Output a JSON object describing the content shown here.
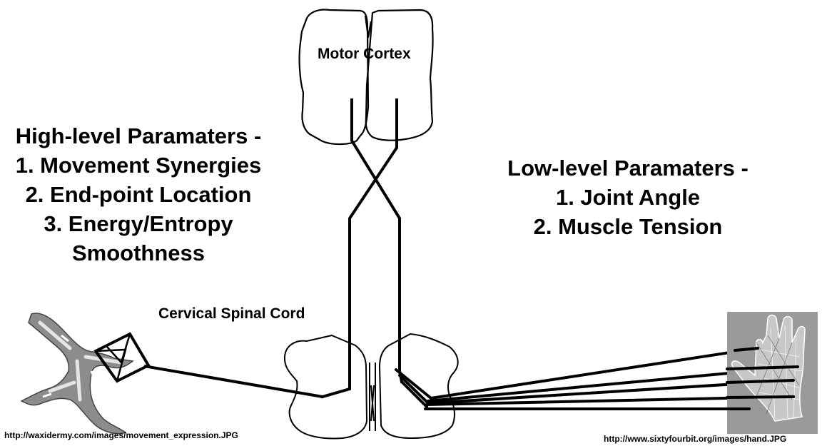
{
  "labels": {
    "motor_cortex": "Motor Cortex",
    "spinal_cord": "Cervical Spinal Cord",
    "high_level": [
      "High-level Paramaters -",
      "1. Movement Synergies",
      "2. End-point Location",
      "3. Energy/Entropy",
      "Smoothness"
    ],
    "low_level": [
      "Low-level Paramaters -",
      "1. Joint Angle",
      "2. Muscle Tension"
    ],
    "left_image_url": "http://waxidermy.com/images/movement_expression.JPG",
    "right_image_url": "http://www.sixtyfourbit.org/images/hand.JPG"
  },
  "images": {
    "left": "stick-figure-model",
    "right": "hand-wireframe-model"
  },
  "colors": {
    "ink": "#000000",
    "background": "#ffffff",
    "hand_photo_bg": "#9a9a9a",
    "figure_fill": "#8c8c8c"
  }
}
